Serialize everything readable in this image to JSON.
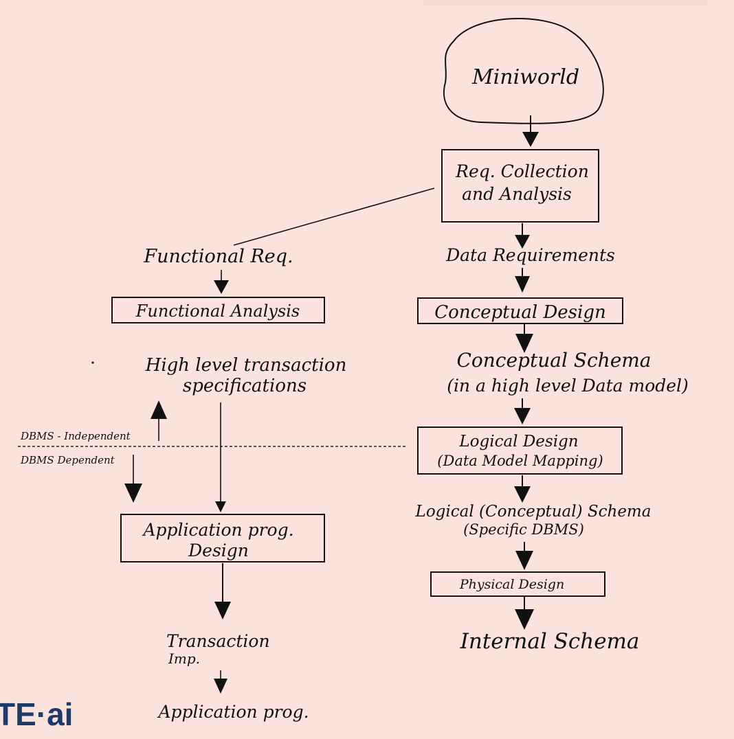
{
  "diagram": {
    "miniworld": "Miniworld",
    "req_collection": [
      "Req. Collection",
      "and Analysis"
    ],
    "functional_req": "Functional Req.",
    "functional_analysis": "Functional Analysis",
    "high_level_spec": [
      "High level transaction",
      "specifications"
    ],
    "dbms_independent": "DBMS - Independent",
    "dbms_dependent": "DBMS Dependent",
    "application_prog_design": [
      "Application prog.",
      "Design"
    ],
    "transaction_imp": [
      "Transaction",
      "Imp."
    ],
    "application_prog": "Application prog.",
    "data_requirements": "Data Requirements",
    "conceptual_design": "Conceptual Design",
    "conceptual_schema": [
      "Conceptual Schema",
      "(in a high level Data model)"
    ],
    "logical_design": [
      "Logical Design",
      "(Data Model Mapping)"
    ],
    "logical_schema": [
      "Logical (Conceptual) Schema",
      "(Specific DBMS)"
    ],
    "physical_design": "Physical Design",
    "internal_schema": "Internal Schema"
  },
  "logo": {
    "text": "TE·ai",
    "color": "#1d3a6b"
  },
  "colors": {
    "background": "#fbe3dd",
    "ink": "#111111"
  }
}
